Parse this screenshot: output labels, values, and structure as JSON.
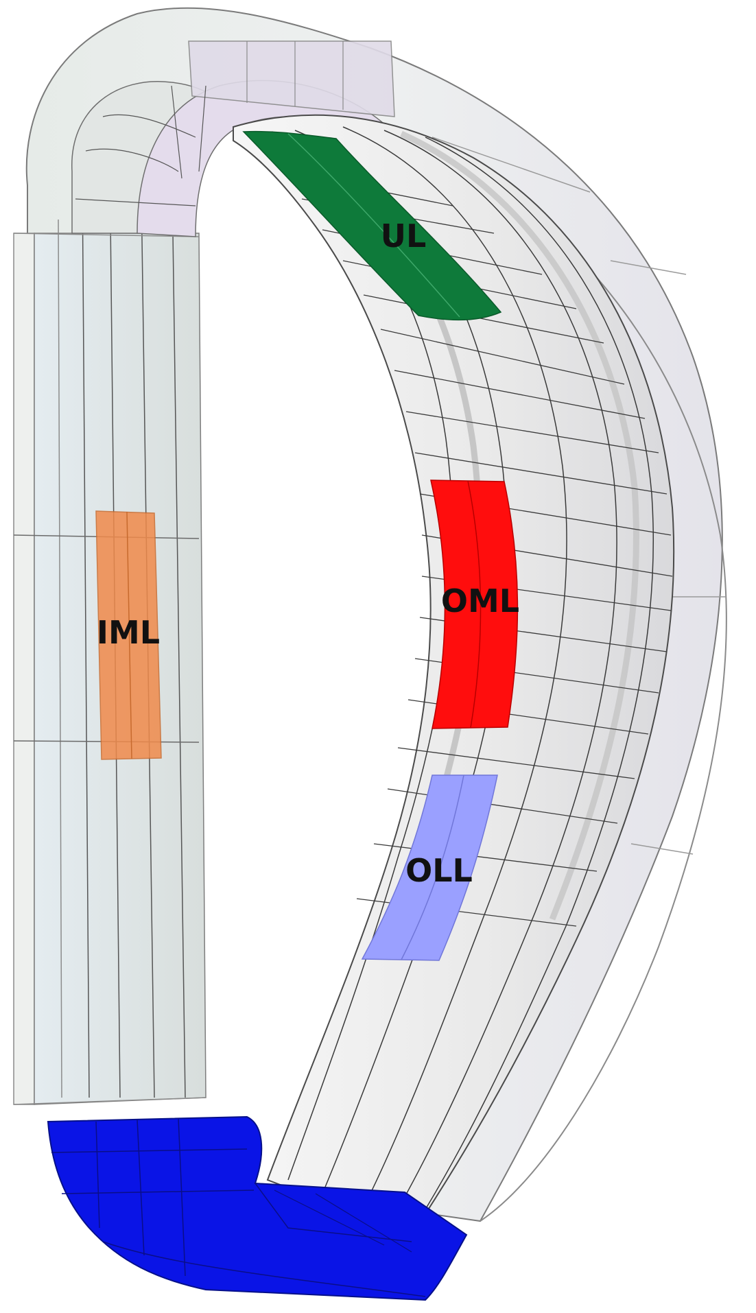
{
  "regions": [
    {
      "id": "ul",
      "label": "UL",
      "color": "#0e7a3a"
    },
    {
      "id": "oml",
      "label": "OML",
      "color": "#ff0d0d"
    },
    {
      "id": "iml",
      "label": "IML",
      "color": "#f08a4b"
    },
    {
      "id": "oll",
      "label": "OLL",
      "color": "#9aa0ff"
    },
    {
      "id": "divertor",
      "label": "",
      "color": "#0a14e6"
    }
  ],
  "colors": {
    "shell_fill": "#e8ebea",
    "shell_outer": "#eceaf2",
    "top_cap": "#e3dceb",
    "inner_wall": "#eceeee",
    "grid_line": "#2b2b2b",
    "edge_line": "#777777"
  }
}
